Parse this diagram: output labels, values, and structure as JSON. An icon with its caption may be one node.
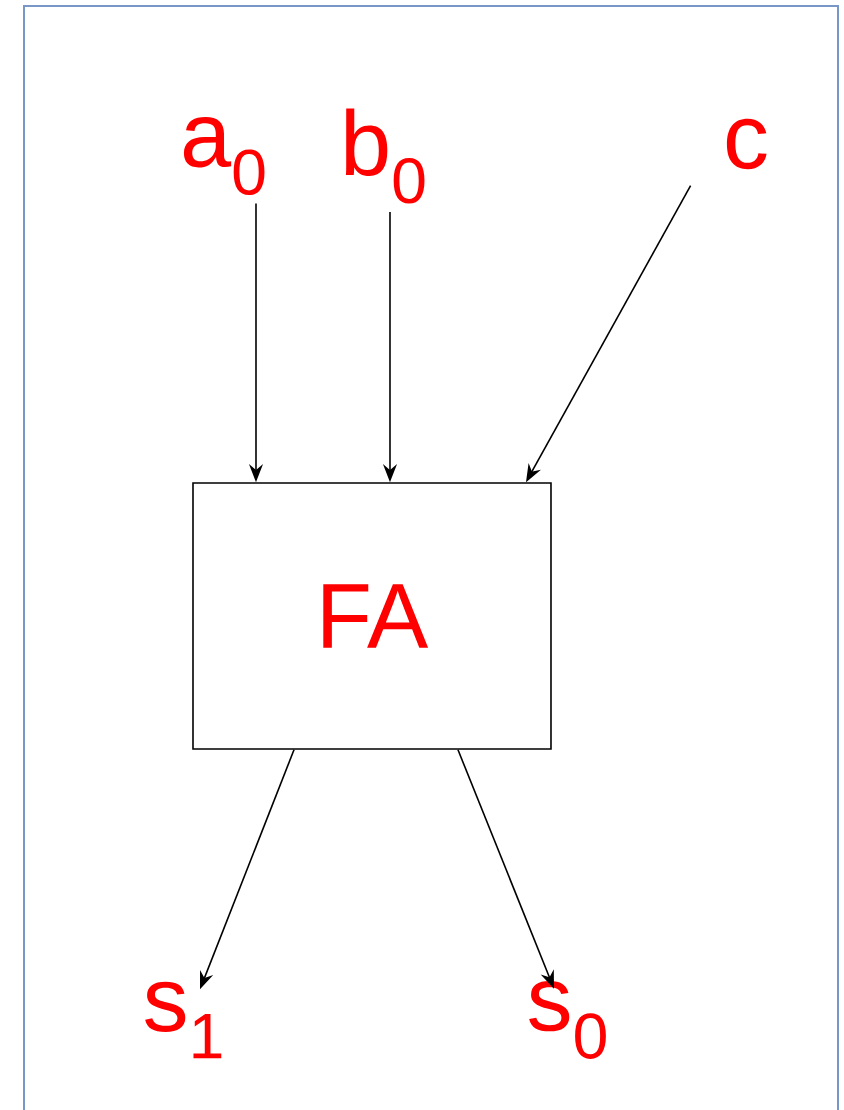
{
  "diagram": {
    "nodes": [
      {
        "text": [
          "a$_{0}$"
        ]
      },
      {
        "text": [
          "b$_{0}$"
        ]
      },
      {
        "text": [
          "c"
        ]
      },
      {
        "text": [
          "FA"
        ]
      },
      {
        "text": [
          "s$_{1}$"
        ]
      },
      {
        "text": [
          "s$_{0}$"
        ]
      }
    ],
    "edges": [
      {
        "from": 0,
        "to": 3,
        "arrow": "to"
      },
      {
        "from": 1,
        "to": 3,
        "arrow": "to"
      },
      {
        "from": 2,
        "to": 3,
        "arrow": "to"
      },
      {
        "from": 3,
        "to": 4,
        "arrow": "to"
      },
      {
        "from": 3,
        "to": 5,
        "arrow": "to"
      }
    ]
  }
}
